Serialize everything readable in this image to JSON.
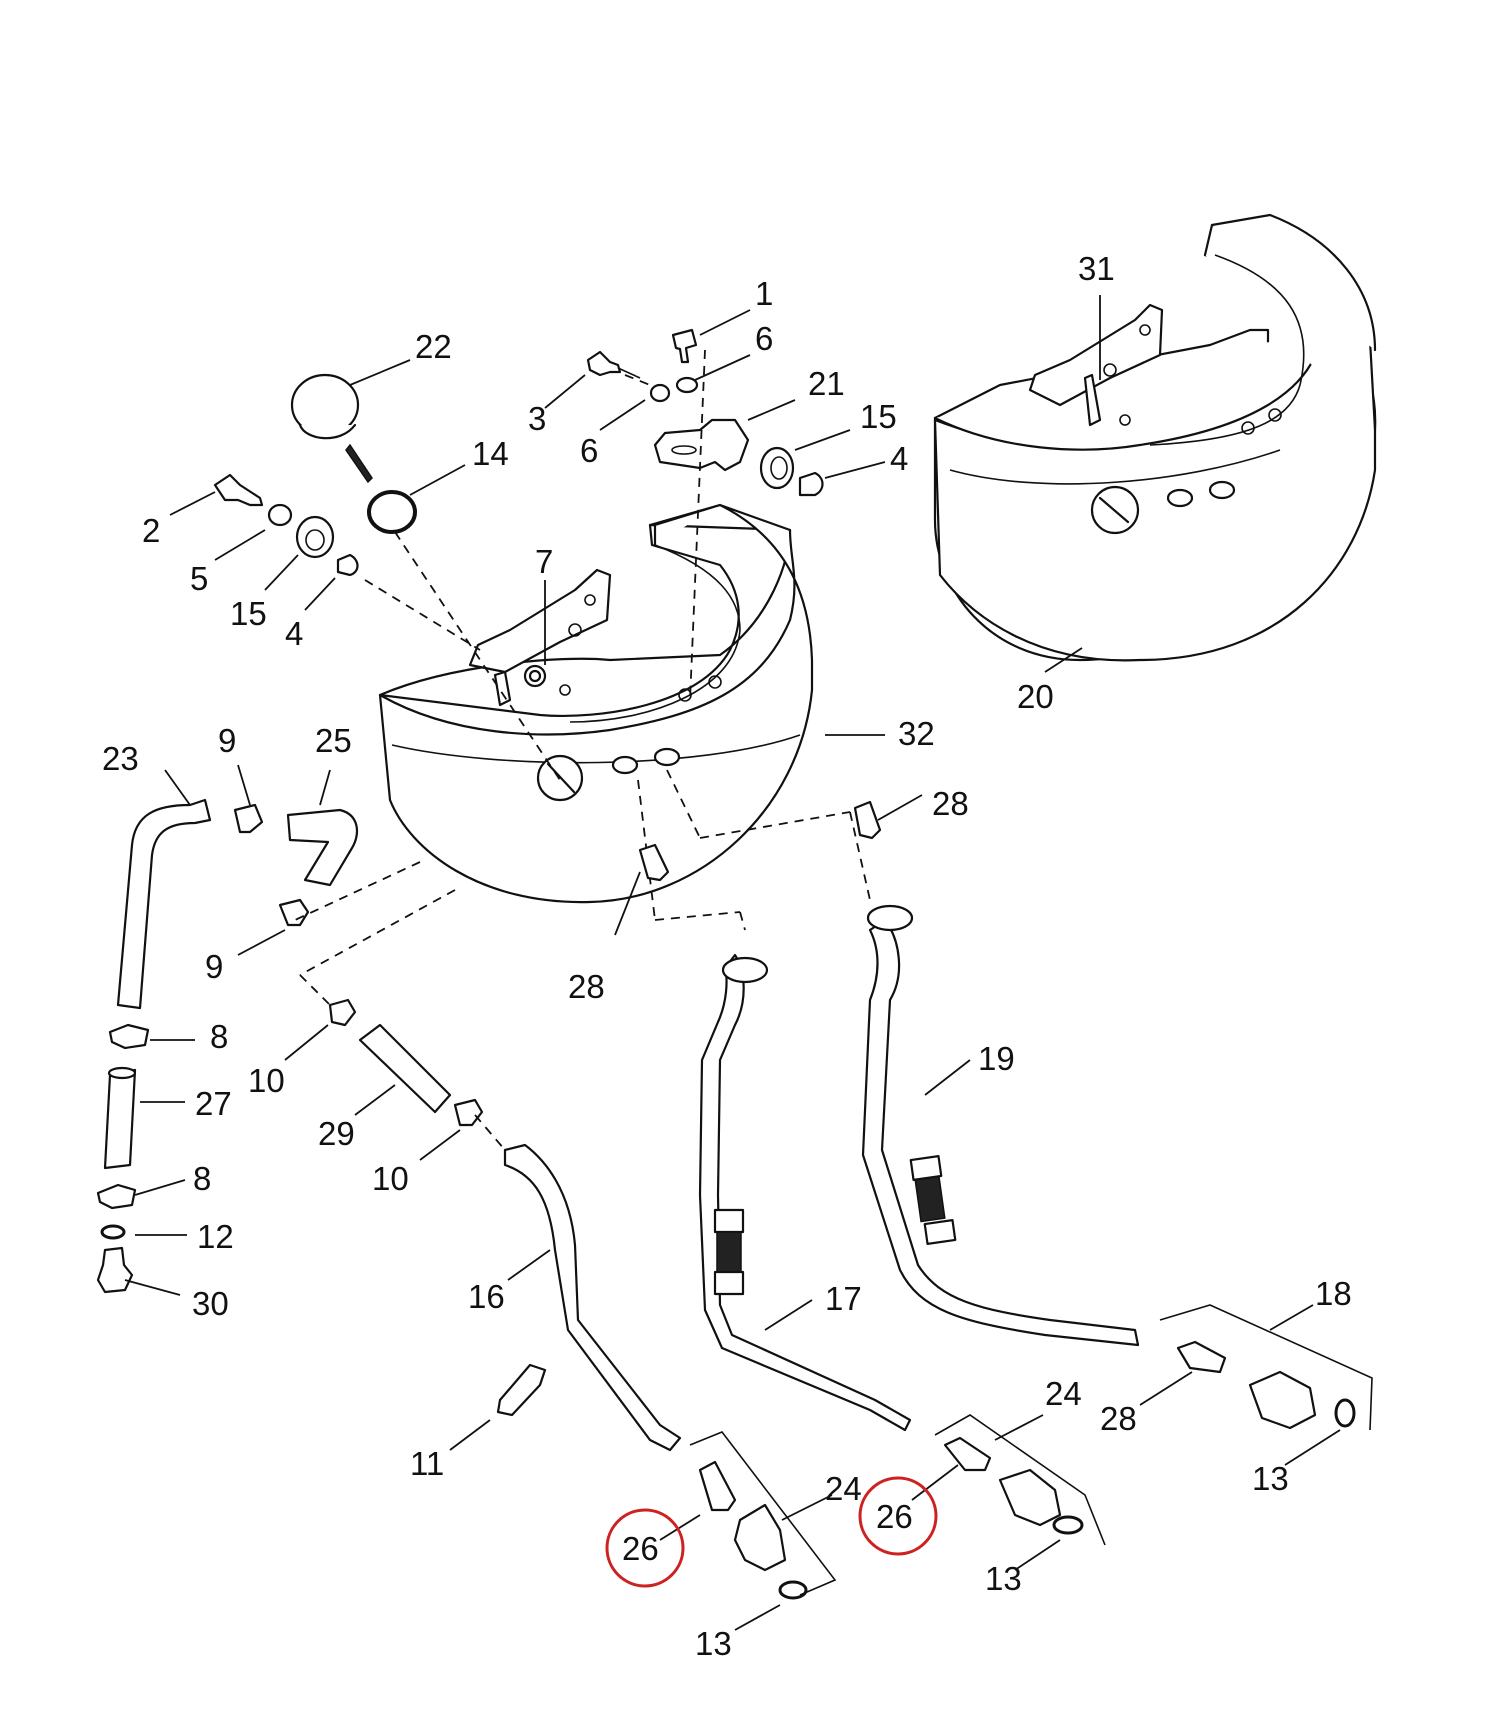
{
  "callouts": {
    "c1": "1",
    "c2": "2",
    "c3": "3",
    "c4a": "4",
    "c4b": "4",
    "c5": "5",
    "c6a": "6",
    "c6b": "6",
    "c7": "7",
    "c8a": "8",
    "c8b": "8",
    "c9a": "9",
    "c9b": "9",
    "c10a": "10",
    "c10b": "10",
    "c11": "11",
    "c12": "12",
    "c13a": "13",
    "c13b": "13",
    "c13c": "13",
    "c14": "14",
    "c15a": "15",
    "c15b": "15",
    "c16": "16",
    "c17": "17",
    "c18": "18",
    "c19": "19",
    "c20": "20",
    "c21": "21",
    "c22": "22",
    "c23": "23",
    "c24a": "24",
    "c24b": "24",
    "c25": "25",
    "c26a": "26",
    "c26b": "26",
    "c27": "27",
    "c28a": "28",
    "c28b": "28",
    "c28c": "28",
    "c29": "29",
    "c30": "30",
    "c31": "31",
    "c32": "32"
  },
  "colors": {
    "line": "#111111",
    "background": "#ffffff",
    "highlight": "#cc2222"
  }
}
